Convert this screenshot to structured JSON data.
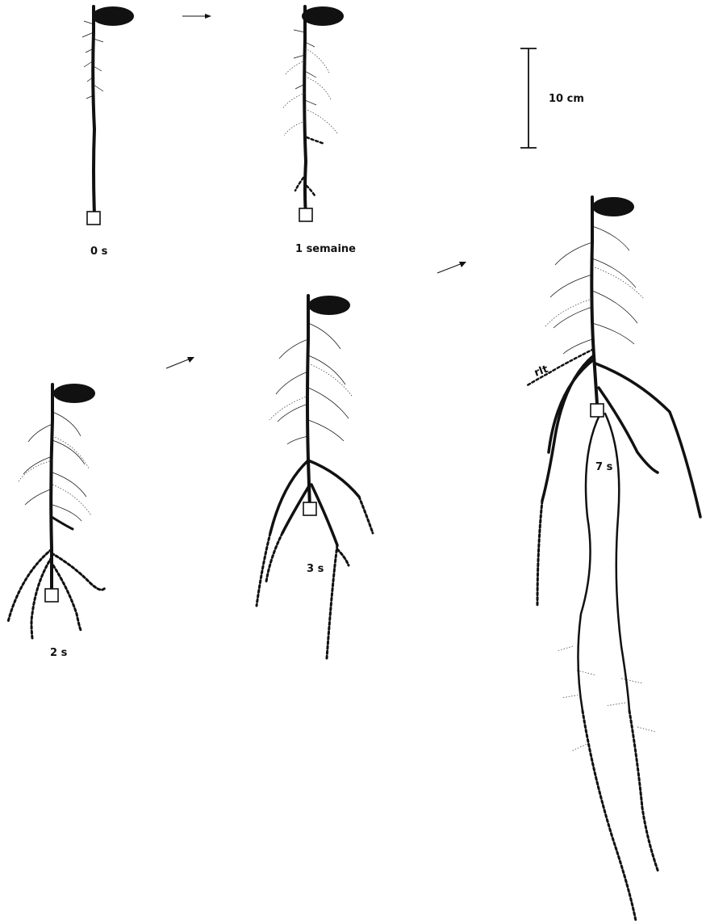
{
  "stages": [
    {
      "label": "0 s"
    },
    {
      "label": "1 semaine"
    },
    {
      "label": "2 s"
    },
    {
      "label": "3 s"
    },
    {
      "label": "7 s"
    }
  ],
  "scale_bar": {
    "label": "10 cm"
  },
  "root_annotation": {
    "label": "rlt"
  }
}
